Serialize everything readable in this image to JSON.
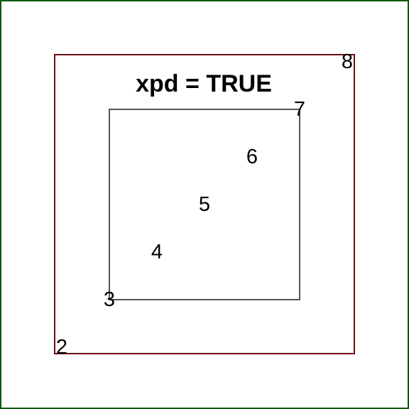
{
  "chart_data": {
    "type": "scatter",
    "title": "xpd = TRUE",
    "xlabel": "",
    "ylabel": "",
    "xlim": [
      3,
      7
    ],
    "ylim": [
      3,
      7
    ],
    "axes_drawn": false,
    "grid": false,
    "points": [
      {
        "x": 2,
        "y": 2,
        "label": "2"
      },
      {
        "x": 3,
        "y": 3,
        "label": "3"
      },
      {
        "x": 4,
        "y": 4,
        "label": "4"
      },
      {
        "x": 5,
        "y": 5,
        "label": "5"
      },
      {
        "x": 6,
        "y": 6,
        "label": "6"
      },
      {
        "x": 7,
        "y": 7,
        "label": "7"
      },
      {
        "x": 8,
        "y": 8,
        "label": "8"
      }
    ],
    "colors": {
      "device_box": "#0b5a0b",
      "figure_box": "#6b1014",
      "plot_box": "#555555",
      "text": "#000000"
    }
  }
}
